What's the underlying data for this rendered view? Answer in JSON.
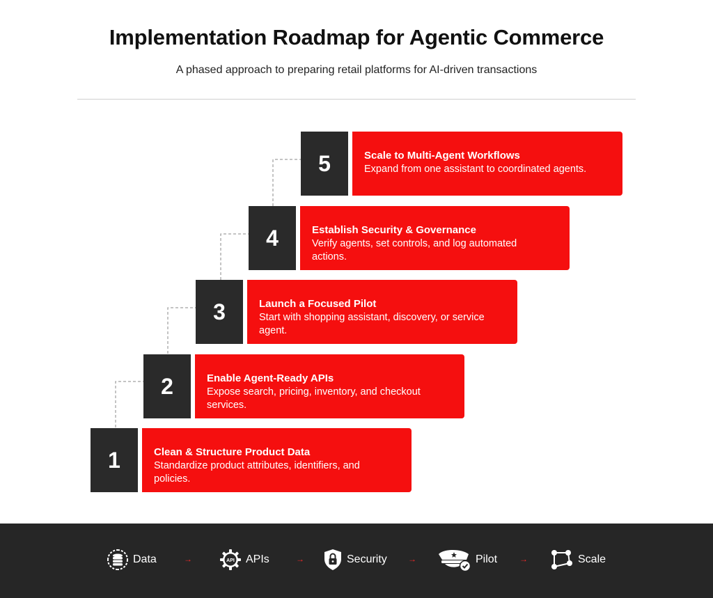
{
  "title": "Implementation Roadmap for Agentic Commerce",
  "subtitle": "A phased approach to preparing retail platforms for AI-driven transactions",
  "steps": [
    {
      "number": "1",
      "title": "Clean & Structure Product Data",
      "description": "Standardize product attributes, identifiers, and policies."
    },
    {
      "number": "2",
      "title": "Enable Agent-Ready APIs",
      "description": "Expose search, pricing, inventory, and checkout services."
    },
    {
      "number": "3",
      "title": "Launch a Focused Pilot",
      "description": "Start with shopping assistant, discovery, or service agent."
    },
    {
      "number": "4",
      "title": "Establish Security & Governance",
      "description": "Verify agents, set controls, and log automated actions."
    },
    {
      "number": "5",
      "title": "Scale to Multi-Agent Workflows",
      "description": "Expand from one assistant to coordinated agents."
    }
  ],
  "footer": {
    "items": [
      {
        "label": "Data",
        "icon": "database-icon"
      },
      {
        "label": "APIs",
        "icon": "api-gear-icon"
      },
      {
        "label": "Security",
        "icon": "shield-lock-icon"
      },
      {
        "label": "Pilot",
        "icon": "pilot-cap-icon"
      },
      {
        "label": "Scale",
        "icon": "network-nodes-icon"
      }
    ],
    "arrow": "→"
  },
  "colors": {
    "accent_red": "#f50f0f",
    "dark": "#2a2a2a",
    "footer_bg": "#262626",
    "arrow_red": "#ff2a2a"
  }
}
